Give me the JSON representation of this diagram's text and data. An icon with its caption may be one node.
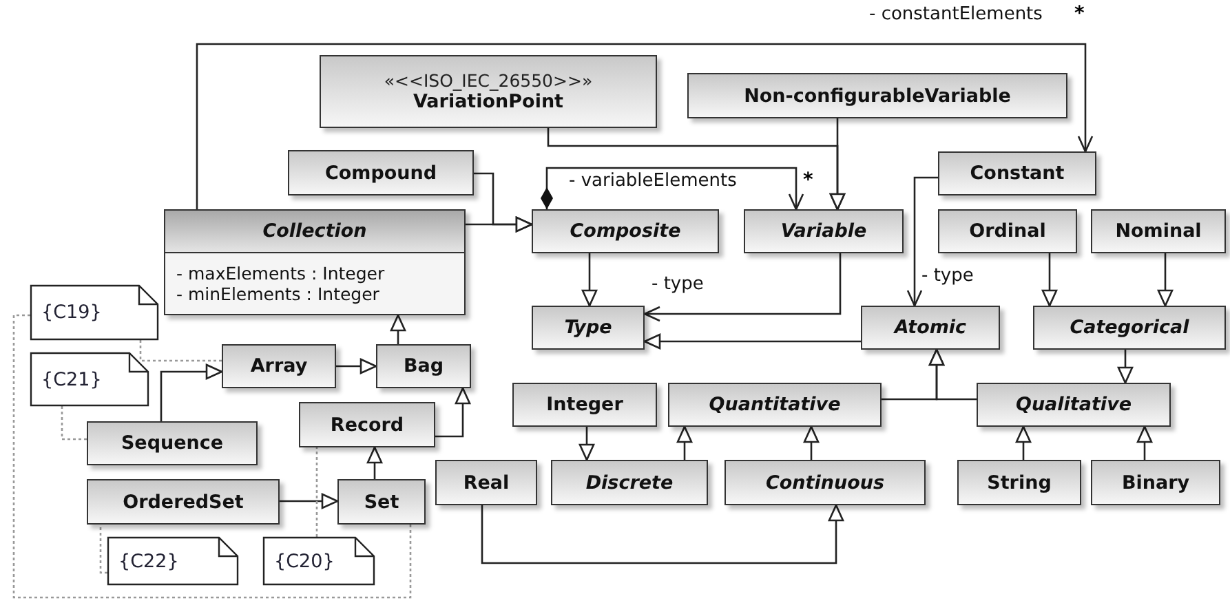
{
  "diagram": {
    "nodes": [
      {
        "text": [
          "«<<ISO_IEC_26550>>»",
          "VariationPoint"
        ]
      },
      {
        "text": [
          "Non-configurableVariable"
        ]
      },
      {
        "text": [
          "Compound"
        ]
      },
      {
        "text": [
          "Constant"
        ]
      },
      {
        "text": [
          "Collection",
          "- maxElements : Integer",
          "- minElements : Integer"
        ]
      },
      {
        "text": [
          "Composite"
        ]
      },
      {
        "text": [
          "Variable"
        ]
      },
      {
        "text": [
          "Ordinal"
        ]
      },
      {
        "text": [
          "Nominal"
        ]
      },
      {
        "text": [
          "{C19}"
        ]
      },
      {
        "text": [
          "Type"
        ]
      },
      {
        "text": [
          "Atomic"
        ]
      },
      {
        "text": [
          "Categorical"
        ]
      },
      {
        "text": [
          "Array"
        ]
      },
      {
        "text": [
          "Bag"
        ]
      },
      {
        "text": [
          "{C21}"
        ]
      },
      {
        "text": [
          "Record"
        ]
      },
      {
        "text": [
          "Integer"
        ]
      },
      {
        "text": [
          "Quantitative"
        ]
      },
      {
        "text": [
          "Qualitative"
        ]
      },
      {
        "text": [
          "Sequence"
        ]
      },
      {
        "text": [
          "OrderedSet"
        ]
      },
      {
        "text": [
          "Set"
        ]
      },
      {
        "text": [
          "Real"
        ]
      },
      {
        "text": [
          "Discrete"
        ]
      },
      {
        "text": [
          "Continuous"
        ]
      },
      {
        "text": [
          "String"
        ]
      },
      {
        "text": [
          "Binary"
        ]
      },
      {
        "text": [
          "{C22}"
        ]
      },
      {
        "text": [
          "{C20}"
        ]
      }
    ],
    "edges": [
      {
        "from": 2,
        "to": 5,
        "arrow": "to"
      },
      {
        "from": 4,
        "to": 5,
        "arrow": "to"
      },
      {
        "from": 5,
        "to": 10,
        "arrow": "to"
      },
      {
        "from": 6,
        "to": 10,
        "arrow": "to",
        "label": "- type"
      },
      {
        "from": 5,
        "to": 6,
        "arrow": "to",
        "label": "- variableElements"
      },
      {
        "from": 0,
        "to": 6,
        "arrow": "to"
      },
      {
        "from": 1,
        "to": 6,
        "arrow": "to"
      },
      {
        "from": 4,
        "to": 3,
        "arrow": "to",
        "label": "- constantElements"
      },
      {
        "from": 3,
        "to": 11,
        "arrow": "to",
        "label": "- type"
      },
      {
        "from": 7,
        "to": 12,
        "arrow": "to"
      },
      {
        "from": 8,
        "to": 12,
        "arrow": "to"
      },
      {
        "from": 11,
        "to": 10,
        "arrow": "to"
      },
      {
        "from": 12,
        "to": 19,
        "arrow": "to"
      },
      {
        "from": 18,
        "to": 11,
        "arrow": "to"
      },
      {
        "from": 19,
        "to": 11,
        "arrow": "to"
      },
      {
        "from": 17,
        "to": 24,
        "arrow": "to"
      },
      {
        "from": 24,
        "to": 18,
        "arrow": "to"
      },
      {
        "from": 25,
        "to": 18,
        "arrow": "to"
      },
      {
        "from": 26,
        "to": 19,
        "arrow": "to"
      },
      {
        "from": 27,
        "to": 19,
        "arrow": "to"
      },
      {
        "from": 23,
        "to": 25,
        "arrow": "to"
      },
      {
        "from": 14,
        "to": 4,
        "arrow": "to"
      },
      {
        "from": 13,
        "to": 14,
        "arrow": "to"
      },
      {
        "from": 20,
        "to": 13,
        "arrow": "to"
      },
      {
        "from": 16,
        "to": 14,
        "arrow": "to"
      },
      {
        "from": 22,
        "to": 16,
        "arrow": "to"
      },
      {
        "from": 21,
        "to": 22,
        "arrow": "to"
      },
      {
        "from": 9,
        "to": 13,
        "arrow": "none",
        "style": "dashed",
        "color": "#999999"
      },
      {
        "from": 9,
        "to": 22,
        "arrow": "none",
        "style": "dashed",
        "color": "#999999"
      },
      {
        "from": 15,
        "to": 20,
        "arrow": "none",
        "style": "dashed",
        "color": "#999999"
      },
      {
        "from": 28,
        "to": 21,
        "arrow": "none",
        "style": "dashed",
        "color": "#999999"
      },
      {
        "from": 29,
        "to": 16,
        "arrow": "none",
        "style": "dashed",
        "color": "#999999"
      }
    ],
    "labels": [
      "*",
      "*"
    ]
  }
}
